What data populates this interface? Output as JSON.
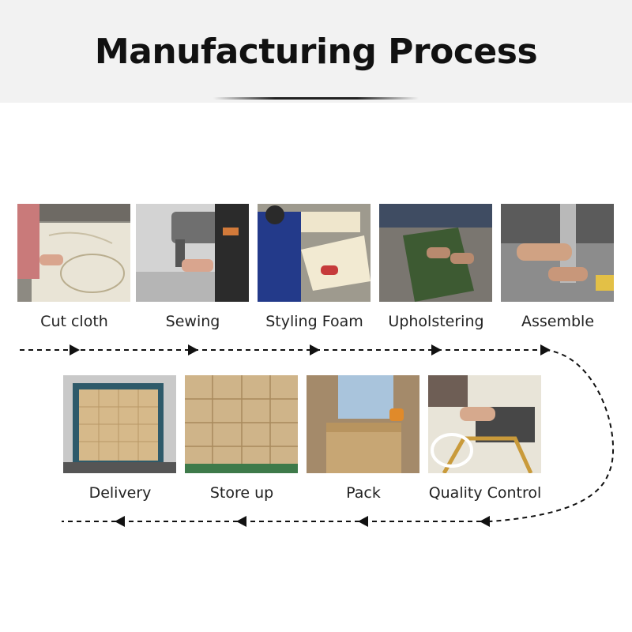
{
  "title": "Manufacturing Process",
  "steps": [
    {
      "label": "Cut cloth",
      "icon": "cutting-cloth-photo"
    },
    {
      "label": "Sewing",
      "icon": "sewing-machine-photo"
    },
    {
      "label": "Styling Foam",
      "icon": "foam-styling-photo"
    },
    {
      "label": "Upholstering",
      "icon": "upholstering-photo"
    },
    {
      "label": "Assemble",
      "icon": "assembly-photo"
    },
    {
      "label": "Quality Control",
      "icon": "quality-control-photo"
    },
    {
      "label": "Pack",
      "icon": "packing-photo"
    },
    {
      "label": "Store up",
      "icon": "storage-boxes-photo"
    },
    {
      "label": "Delivery",
      "icon": "delivery-truck-photo"
    }
  ],
  "colors": {
    "header_bg": "#f2f2f2",
    "arrow": "#111111",
    "text": "#222222"
  }
}
